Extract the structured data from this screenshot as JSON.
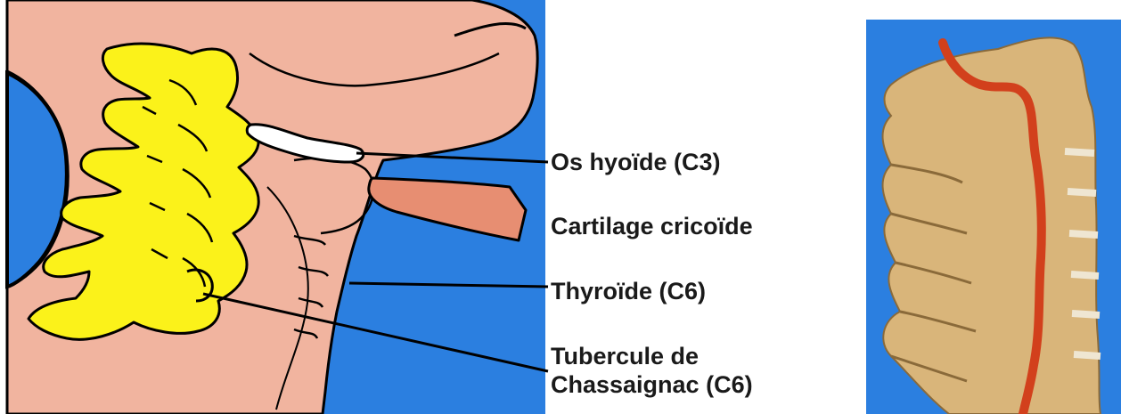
{
  "labels": {
    "hyoid": "Os hyoïde (C3)",
    "cricoid": "Cartilage cricoïde",
    "thyroid": "Thyroïde (C6)",
    "tubercle_line1": "Tubercule de",
    "tubercle_line2": "Chassaignac (C6)"
  },
  "colors": {
    "background_blue": "#2b7fe0",
    "skin": "#f1b49f",
    "vertebrae_yellow": "#fbf21a",
    "hyoid_white": "#ffffff",
    "cricoid_salmon": "#e78e72",
    "bone_tan": "#d9b57a",
    "artery_red": "#d2401c",
    "outline": "#000000"
  }
}
